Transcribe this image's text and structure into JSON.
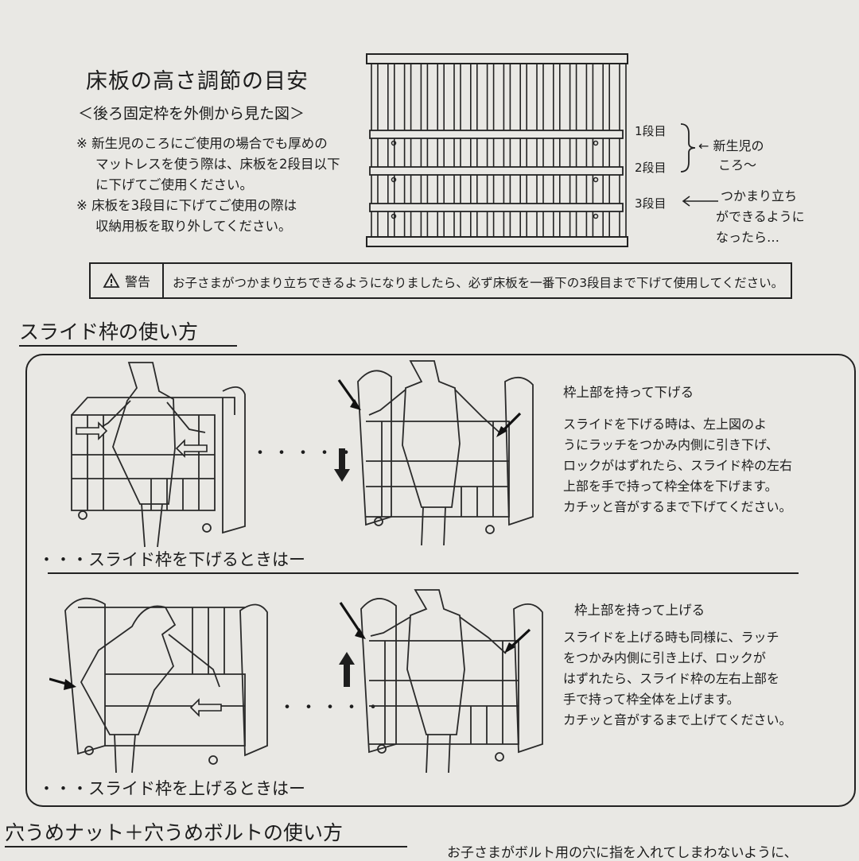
{
  "adjustment": {
    "title": "床板の高さ調節の目安",
    "subtitle": "＜後ろ固定枠を外側から見た図＞",
    "notes": [
      "※ 新生児のころにご使用の場合でも厚めの",
      "マットレスを使う際は、床板を2段目以下",
      "に下げてご使用ください。",
      "※ 床板を3段目に下げてご使用の際は",
      "収納用板を取り外してください。"
    ],
    "levels": [
      "1段目",
      "2段目",
      "3段目"
    ],
    "newborn_note": [
      "← 新生児の",
      "ころ～"
    ],
    "standing_note": [
      "つかまり立ち",
      "ができるように",
      "なったら…"
    ],
    "arrow_left": "←"
  },
  "warning": {
    "label": "警告",
    "text": "お子さまがつかまり立ちできるようになりましたら、必ず床板を一番下の3段目まで下げて使用してください。"
  },
  "slide_section": {
    "title": "スライド枠の使い方",
    "dots": "・・・・・",
    "lower": {
      "hold_label": "枠上部を持って下げる",
      "instructions": [
        "スライドを下げる時は、左上図のよ",
        "うにラッチをつかみ内側に引き下げ、",
        "ロックがはずれたら、スライド枠の左右",
        "上部を手で持って枠全体を下げます。",
        "カチッと音がするまで下げてください。"
      ],
      "caption": "・・・スライド枠を下げるときはー"
    },
    "raise": {
      "hold_label": "枠上部を持って上げる",
      "instructions": [
        "スライドを上げる時も同様に、ラッチ",
        "をつかみ内側に引き上げ、ロックが",
        "はずれたら、スライド枠の左右上部を",
        "手で持って枠全体を上げます。",
        "カチッと音がするまで上げてください。"
      ],
      "caption": "・・・スライド枠を上げるときはー"
    }
  },
  "bolt_section": {
    "title": "穴うめナット＋穴うめボルトの使い方",
    "partial_line": "お子さまがボルト用の穴に指を入れてしまわないように、"
  }
}
